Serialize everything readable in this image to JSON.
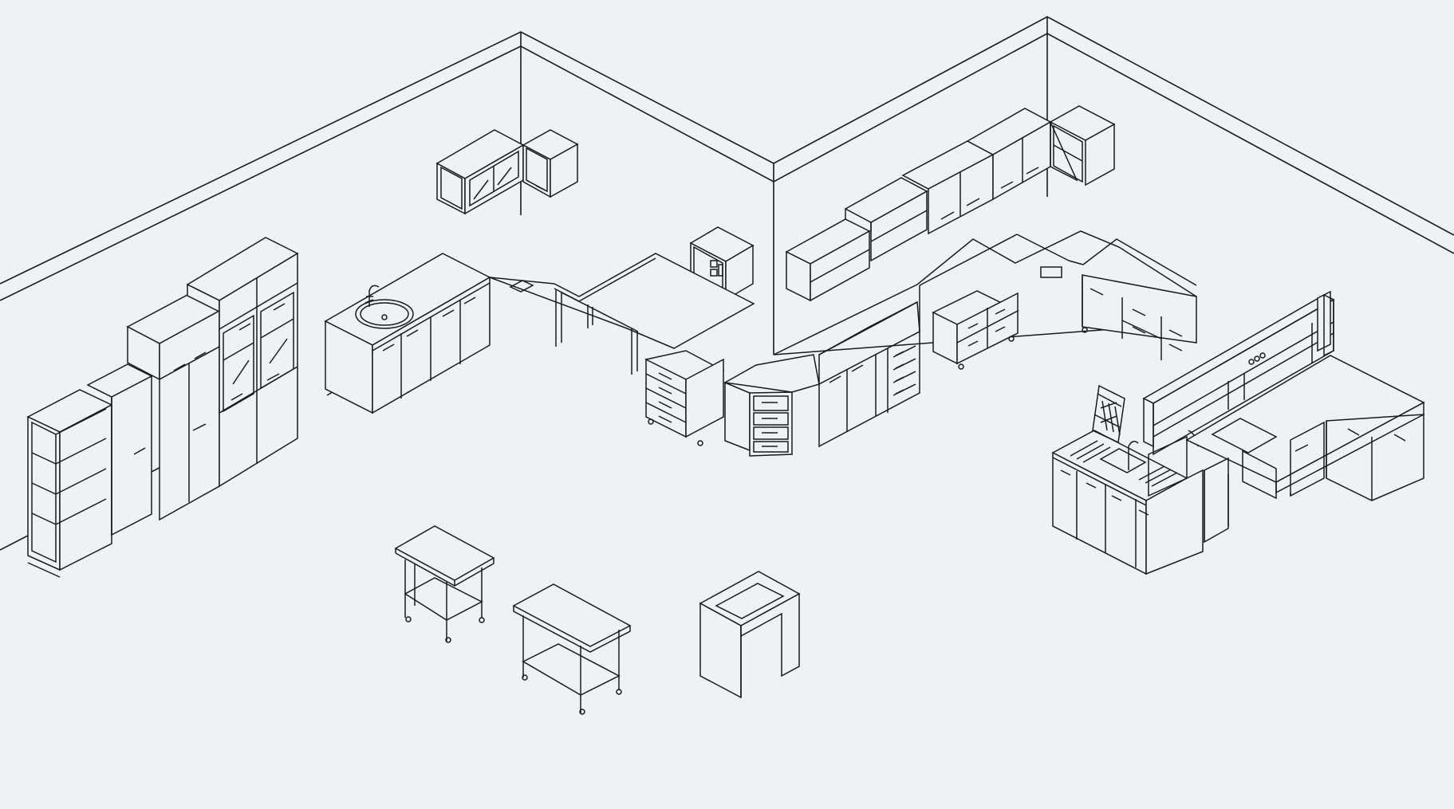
{
  "diagram": {
    "style": {
      "background": "#eef2f5",
      "line": "#1a1a1a",
      "fill": "#eef2f5"
    },
    "elements": [
      {
        "name": "room-walls",
        "kind": "walls"
      },
      {
        "name": "wall-cabinet-glass-left",
        "kind": "wall-cabinet"
      },
      {
        "name": "wall-cabinet-corner-left",
        "kind": "wall-cabinet"
      },
      {
        "name": "wall-cabinet-small-center",
        "kind": "wall-cabinet"
      },
      {
        "name": "wall-shelf-open-right",
        "kind": "wall-shelf"
      },
      {
        "name": "wall-cabinet-row-right",
        "kind": "wall-cabinet"
      },
      {
        "name": "wall-shelf-corner-right",
        "kind": "wall-shelf"
      },
      {
        "name": "open-bookshelf",
        "kind": "tall-cabinet"
      },
      {
        "name": "tall-cabinet-single",
        "kind": "tall-cabinet"
      },
      {
        "name": "tall-cabinet-double",
        "kind": "tall-cabinet"
      },
      {
        "name": "tall-cabinet-glass-doors",
        "kind": "tall-cabinet"
      },
      {
        "name": "sink-base-cabinet",
        "kind": "base-cabinet"
      },
      {
        "name": "back-wall-worktop",
        "kind": "worktop"
      },
      {
        "name": "mobile-drawer-unit",
        "kind": "mobile-cabinet"
      },
      {
        "name": "corner-drawer-cabinet",
        "kind": "base-cabinet"
      },
      {
        "name": "right-wall-worktop",
        "kind": "worktop"
      },
      {
        "name": "mobile-cabinet-right",
        "kind": "mobile-cabinet"
      },
      {
        "name": "sink-island",
        "kind": "island"
      },
      {
        "name": "reagent-shelf",
        "kind": "shelf"
      },
      {
        "name": "island-bench",
        "kind": "bench"
      },
      {
        "name": "trolley-table-1",
        "kind": "table"
      },
      {
        "name": "trolley-table-2",
        "kind": "table"
      },
      {
        "name": "balance-table",
        "kind": "table"
      }
    ]
  }
}
